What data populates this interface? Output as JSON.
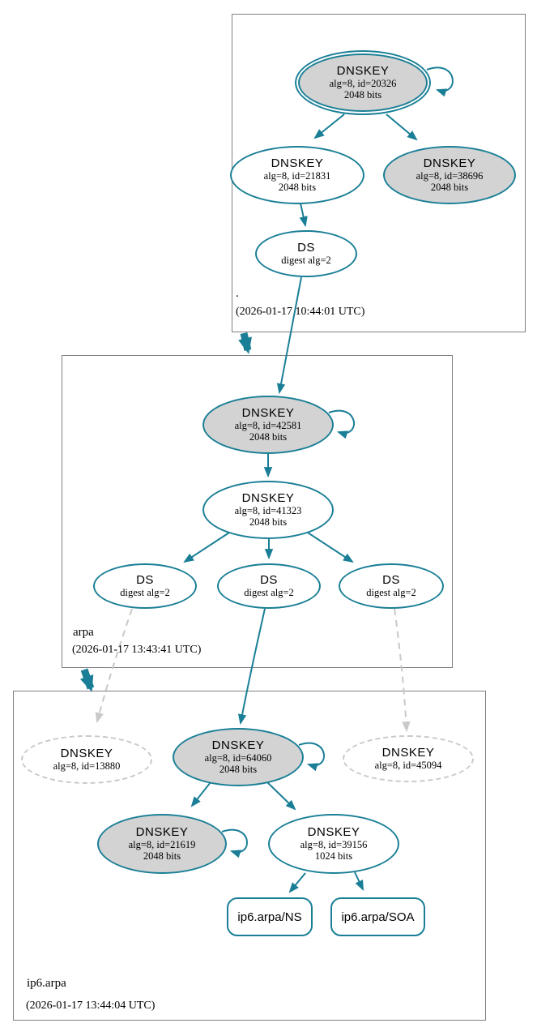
{
  "colors": {
    "accent_teal": "#1A7F96",
    "node_fill_gray": "#D3D3D3",
    "ghost_gray": "#C9C9C9",
    "cluster_border": "#7F7F7F"
  },
  "zones": {
    "root": {
      "name": ".",
      "timestamp": "(2026-01-17 10:44:01 UTC)"
    },
    "arpa": {
      "name": "arpa",
      "timestamp": "(2026-01-17 13:43:41 UTC)"
    },
    "ip6": {
      "name": "ip6.arpa",
      "timestamp": "(2026-01-17 13:44:04 UTC)"
    }
  },
  "nodes": {
    "root_ksk": {
      "title": "DNSKEY",
      "line1": "alg=8, id=20326",
      "line2": "2048 bits"
    },
    "root_zsk": {
      "title": "DNSKEY",
      "line1": "alg=8, id=21831",
      "line2": "2048 bits"
    },
    "root_38696": {
      "title": "DNSKEY",
      "line1": "alg=8, id=38696",
      "line2": "2048 bits"
    },
    "root_ds": {
      "title": "DS",
      "line1": "digest alg=2"
    },
    "arpa_ksk": {
      "title": "DNSKEY",
      "line1": "alg=8, id=42581",
      "line2": "2048 bits"
    },
    "arpa_zsk": {
      "title": "DNSKEY",
      "line1": "alg=8, id=41323",
      "line2": "2048 bits"
    },
    "arpa_ds_left": {
      "title": "DS",
      "line1": "digest alg=2"
    },
    "arpa_ds_mid": {
      "title": "DS",
      "line1": "digest alg=2"
    },
    "arpa_ds_right": {
      "title": "DS",
      "line1": "digest alg=2"
    },
    "ip6_13880": {
      "title": "DNSKEY",
      "line1": "alg=8, id=13880"
    },
    "ip6_ksk": {
      "title": "DNSKEY",
      "line1": "alg=8, id=64060",
      "line2": "2048 bits"
    },
    "ip6_45094": {
      "title": "DNSKEY",
      "line1": "alg=8, id=45094"
    },
    "ip6_21619": {
      "title": "DNSKEY",
      "line1": "alg=8, id=21619",
      "line2": "2048 bits"
    },
    "ip6_zsk": {
      "title": "DNSKEY",
      "line1": "alg=8, id=39156",
      "line2": "1024 bits"
    },
    "ip6_ns": {
      "label": "ip6.arpa/NS"
    },
    "ip6_soa": {
      "label": "ip6.arpa/SOA"
    }
  }
}
